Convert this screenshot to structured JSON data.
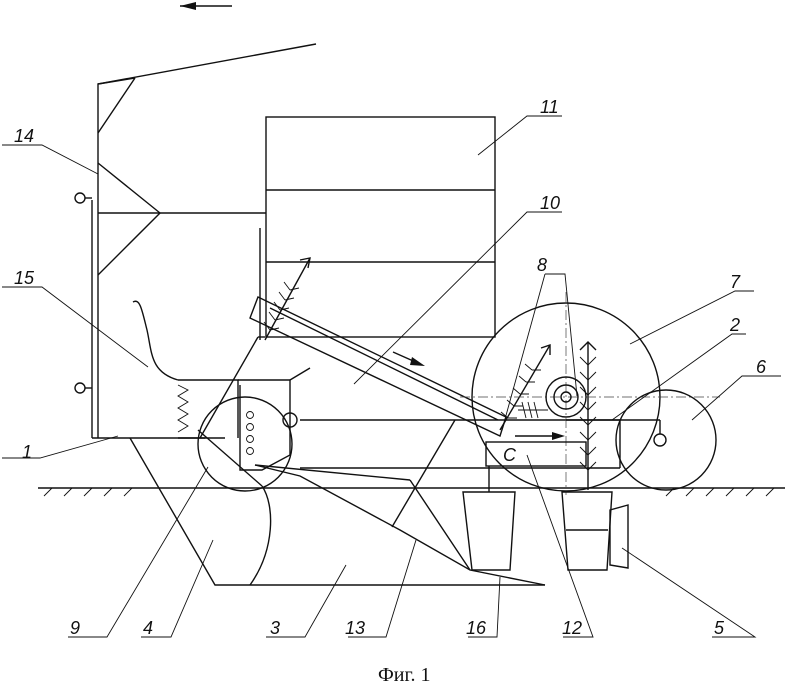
{
  "figure": {
    "caption": "Фиг. 1",
    "labels": {
      "l1": "1",
      "l2": "2",
      "l3": "3",
      "l4": "4",
      "l5": "5",
      "l6": "6",
      "l7": "7",
      "l8": "8",
      "l9": "9",
      "l10": "10",
      "l11": "11",
      "l12": "12",
      "l13": "13",
      "l14": "14",
      "l15": "15",
      "l16": "16"
    },
    "inner_mark": "C"
  }
}
